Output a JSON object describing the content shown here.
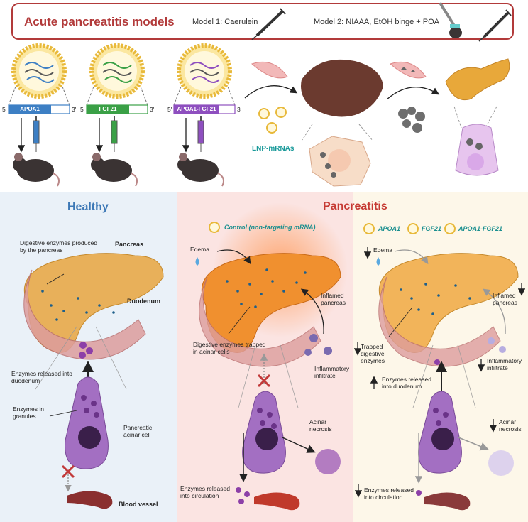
{
  "header": {
    "title": "Acute pancreatitis models",
    "model1": "Model 1: Caerulein",
    "model2": "Model 2: NIAAA, EtOH binge + POA"
  },
  "constructs": [
    {
      "name": "APOA1",
      "color": "#3d7fc4",
      "five": "5'",
      "three": "3'"
    },
    {
      "name": "FGF21",
      "color": "#3aa046",
      "five": "5'",
      "three": "3'"
    },
    {
      "name": "APOA1-FGF21",
      "color": "#8e4fbf",
      "five": "5'",
      "three": "3'"
    }
  ],
  "lnp_label": "LNP-mRNAs",
  "healthy": {
    "title": "Healthy",
    "digestive": "Digestive enzymes produced by the pancreas",
    "pancreas": "Pancreas",
    "duodenum": "Duodenum",
    "released_duodenum": "Enzymes released into duodenum",
    "granules": "Enzymes in granules",
    "acinar_cell": "Pancreatic acinar cell",
    "blood_vessel": "Blood vessel"
  },
  "pancreatitis": {
    "title": "Pancreatitis",
    "control": "Control (non-targeting mRNA)",
    "edema": "Edema",
    "inflamed": "Inflamed pancreas",
    "trapped": "Digestive enzymes trapped in acinar cells",
    "infiltrate": "Inflammatory infiltrate",
    "necrosis": "Acinar necrosis",
    "released_circ": "Enzymes released into circulation"
  },
  "treated": {
    "apoa1": "APOA1",
    "fgf21": "FGF21",
    "combo": "APOA1-FGF21",
    "edema": "Edema",
    "inflamed": "Inflamed pancreas",
    "trapped": "Trapped digestive enzymes",
    "released_duodenum": "Enzymes released into duodenum",
    "infiltrate": "Inflammatory infiltrate",
    "necrosis": "Acinar necrosis",
    "released_circ": "Enzymes released into circulation"
  }
}
